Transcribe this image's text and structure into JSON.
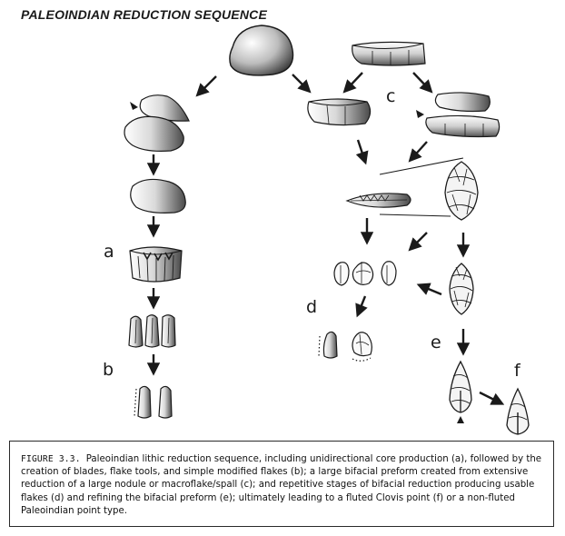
{
  "title": "PALEOINDIAN REDUCTION SEQUENCE",
  "stage_labels": {
    "a": "a",
    "b": "b",
    "c": "c",
    "d": "d",
    "e": "e",
    "f": "f"
  },
  "caption": {
    "label": "FIGURE 3.3.",
    "text": "Paleoindian lithic reduction sequence, including unidirectional core production (a), followed by the creation of blades, flake tools, and simple modified flakes (b); a large bifacial preform created from extensive reduction of a large nodule or macroflake/spall (c); and repetitive stages of bifacial reduction producing usable flakes (d) and refining the bifacial preform (e); ultimately leading to a fluted Clovis point (f) or a non-fluted Paleoindian point type."
  },
  "colors": {
    "ink": "#1a1a1a",
    "shade_dark": "#555555",
    "shade_light": "#ffffff",
    "frame": "#2a2a2a"
  },
  "icons": {
    "nodule": "rounded-stone",
    "core": "shaded-core",
    "blade": "lithic-blade",
    "biface": "bifacial-preform",
    "point": "fluted-point",
    "arrow": "down-arrow"
  }
}
